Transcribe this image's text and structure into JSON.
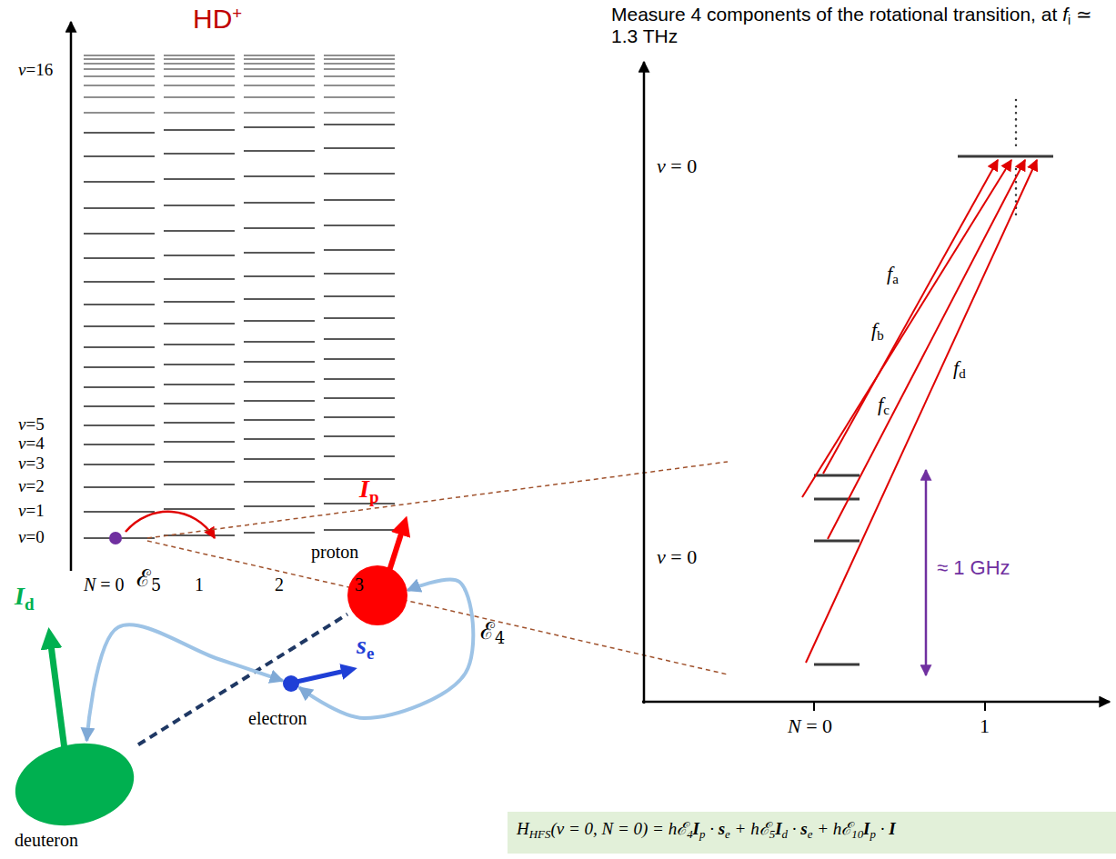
{
  "diagram": {
    "nodes": [
      {
        "text": [
          "proton"
        ]
      },
      {
        "text": [
          "deuteron"
        ]
      },
      {
        "text": [
          "electron"
        ]
      },
      {
        "text": [
          "HHFS(v = 0, N = 0) = hℰ4Ip · se + hℰ5Id · se + hℰ10Ip · I"
        ]
      }
    ],
    "edges": [
      {
        "from": 1,
        "to": 0,
        "arrow": "none"
      },
      {
        "from": 1,
        "to": 2,
        "arrow": "both",
        "label": "ℰ5"
      },
      {
        "from": 0,
        "to": 2,
        "arrow": "both",
        "label": "ℰ4"
      }
    ],
    "labels": [
      "HD+",
      "v=16",
      "v=5",
      "v=4",
      "v=3",
      "v=2",
      "v=1",
      "v=0",
      "N = 0",
      "1",
      "2",
      "3",
      "Measure 4 components of the rotational transition, at fi ≃ 1.3 THz",
      "v = 0",
      "v = 0",
      "N = 0",
      "1",
      "fa",
      "fb",
      "fc",
      "fd",
      "≈ 1 GHz",
      "Ip",
      "Id",
      "se"
    ]
  }
}
